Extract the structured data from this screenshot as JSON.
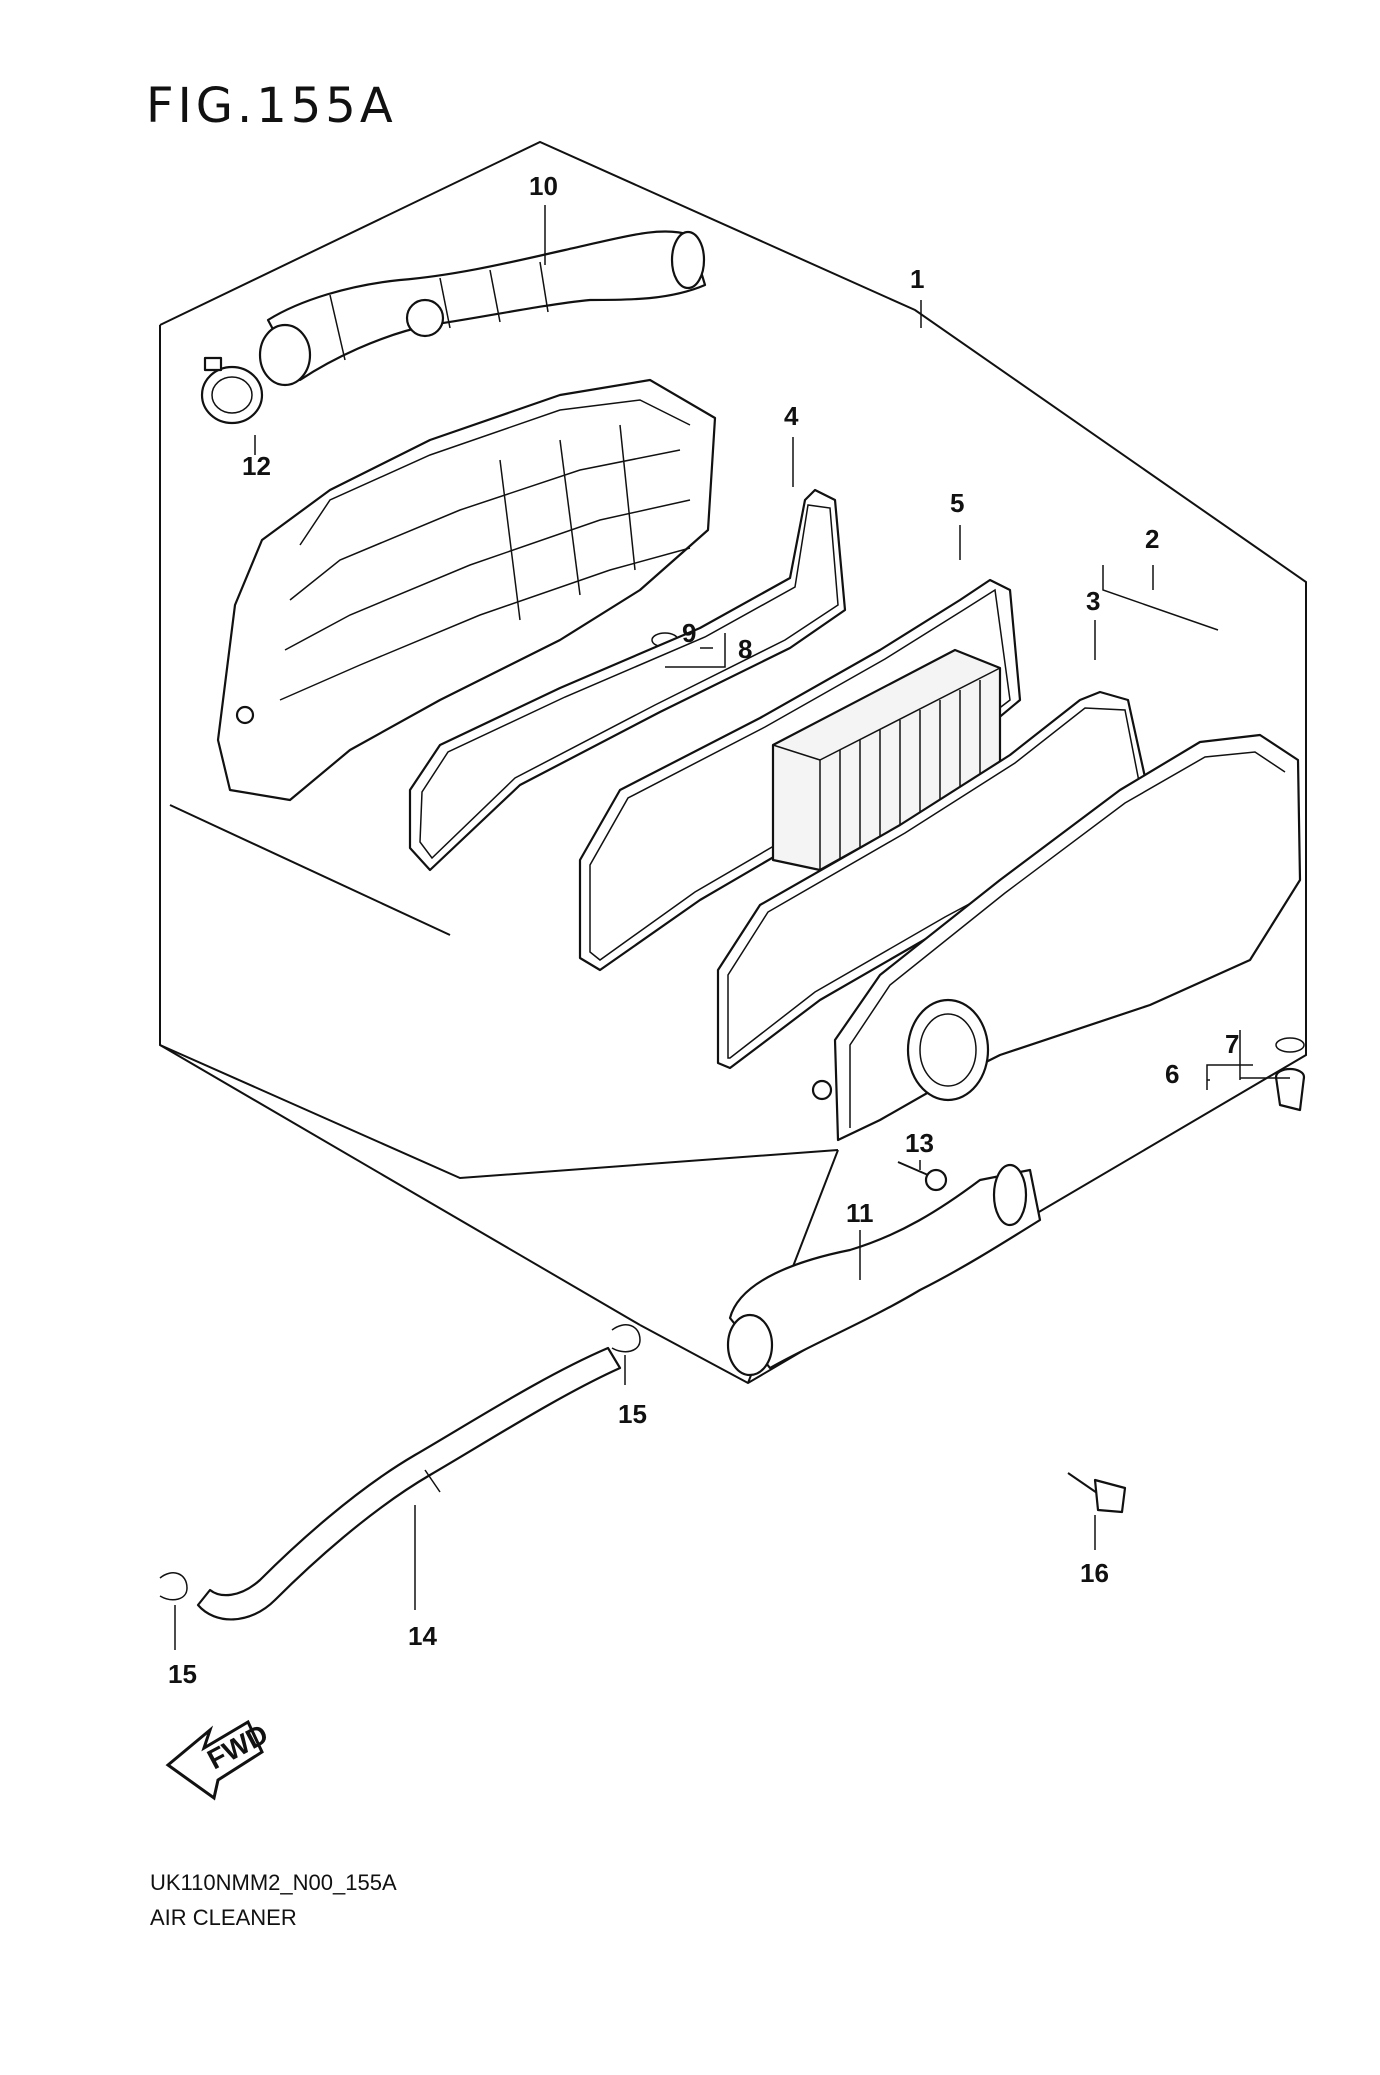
{
  "figure": {
    "title": "FIG.155A",
    "code": "UK110NMM2_N00_155A",
    "name": "AIR CLEANER"
  },
  "callouts": {
    "c1": "1",
    "c2": "2",
    "c3": "3",
    "c4": "4",
    "c5": "5",
    "c6": "6",
    "c7": "7",
    "c8": "8",
    "c9": "9",
    "c10": "10",
    "c11": "11",
    "c12": "12",
    "c13": "13",
    "c14": "14",
    "c15a": "15",
    "c15b": "15",
    "c16": "16"
  },
  "fwd_arrow": {
    "label": "FWD"
  }
}
